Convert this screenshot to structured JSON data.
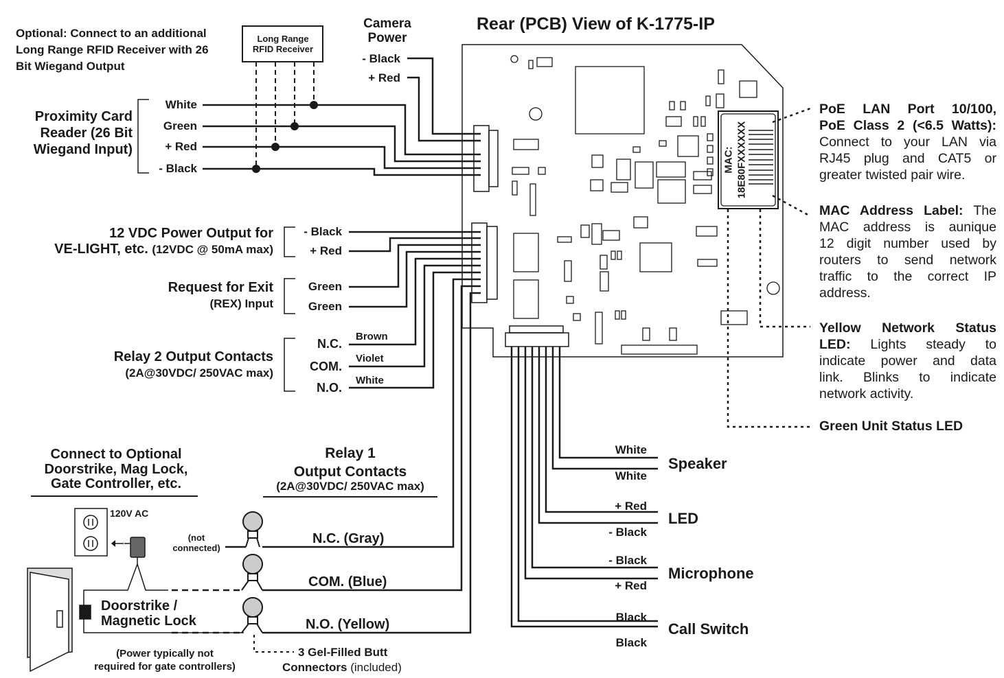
{
  "title": "Rear (PCB) View of K-1775-IP",
  "optional_note": [
    "Optional: Connect to an additional",
    "Long Range RFID Receiver with 26",
    "Bit Wiegand Output"
  ],
  "rfid_box": [
    "Long Range",
    "RFID Receiver"
  ],
  "camera_power": {
    "title": [
      "Camera",
      "Power"
    ],
    "wires": [
      "- Black",
      "+ Red"
    ]
  },
  "proximity": {
    "label": [
      "Proximity Card",
      "Reader (26 Bit",
      "Wiegand Input)"
    ],
    "wires": [
      "White",
      "Green",
      "+ Red",
      "- Black"
    ]
  },
  "vdc_output": {
    "label1": "12 VDC Power Output for",
    "label2": "VE-LIGHT, etc.",
    "label2_small": "(12VDC @ 50mA max)",
    "wires": [
      "- Black",
      "+ Red"
    ]
  },
  "rex": {
    "label1": "Request for Exit",
    "label2": "(REX) Input",
    "wires": [
      "Green",
      "Green"
    ]
  },
  "relay2": {
    "label1": "Relay  2 Output Contacts",
    "label2": "(2A@30VDC/ 250VAC max)",
    "terminals": [
      "N.C.",
      "COM.",
      "N.O."
    ],
    "colors": [
      "Brown",
      "Violet",
      "White"
    ]
  },
  "doorstrike_header": [
    "Connect to Optional",
    "Doorstrike, Mag Lock,",
    "Gate Controller, etc."
  ],
  "relay1": {
    "label": [
      "Relay 1",
      "Output Contacts"
    ],
    "rating": "(2A@30VDC/ 250VAC max)",
    "wires": [
      "N.C. (Gray)",
      "COM. (Blue)",
      "N.O. (Yellow)"
    ]
  },
  "outlet_label": "120V AC",
  "not_connected": [
    "(not",
    "connected)"
  ],
  "doorstrike_label": [
    "Doorstrike /",
    "Magnetic Lock"
  ],
  "power_note": [
    "(Power typically not",
    "required for gate controllers)"
  ],
  "butt_connectors": {
    "line1": "3 Gel-Filled Butt",
    "line2_bold": "Connectors",
    "line2_normal": "(included)"
  },
  "bottom_wires": {
    "speaker": {
      "label": "Speaker",
      "wires": [
        "White",
        "White"
      ]
    },
    "led": {
      "label": "LED",
      "wires": [
        "+ Red",
        "- Black"
      ]
    },
    "microphone": {
      "label": "Microphone",
      "wires": [
        "- Black",
        "+ Red"
      ]
    },
    "call_switch": {
      "label": "Call Switch",
      "wires": [
        "Black",
        "Black"
      ]
    }
  },
  "mac_label": {
    "prefix": "MAC:",
    "value": "18E80FXXXXXX"
  },
  "notes": {
    "poe": {
      "title": [
        "PoE LAN Port 10/100,",
        "PoE Class 2 (<6.5 Watts):"
      ],
      "body": [
        "Connect to your LAN via",
        "RJ45 plug and CAT5 or",
        "greater twisted pair wire."
      ]
    },
    "mac": {
      "title": "MAC Address Label:",
      "body": [
        " The",
        "MAC address is aunique",
        "12 digit number used by",
        "routers to send network",
        "traffic to the correct IP",
        "address."
      ]
    },
    "yellow": {
      "title": [
        "Yellow Network Status",
        "LED:"
      ],
      "body": [
        " Lights steady to",
        "indicate power and data",
        "link. Blinks to indicate",
        "network activity."
      ]
    },
    "green": "Green Unit Status LED"
  }
}
